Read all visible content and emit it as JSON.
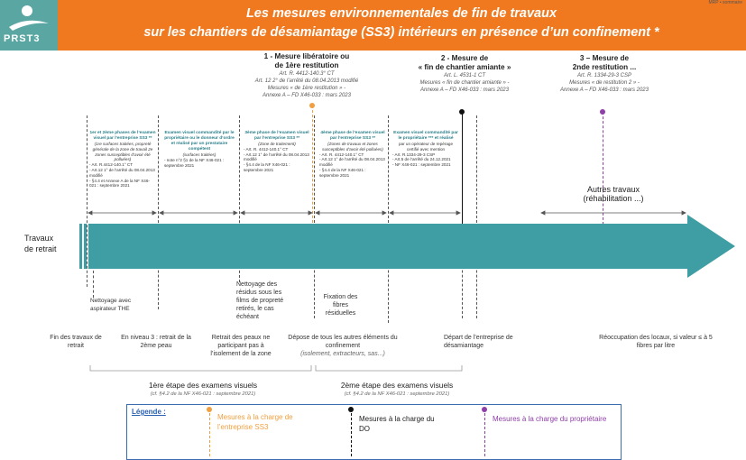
{
  "header": {
    "logo_text": "PRST3",
    "corner_tag": "MRP • sommaire",
    "title_line1": "Les mesures environnementales de fin de travaux",
    "title_line2": "sur les chantiers de désamiantage (SS3) intérieurs en présence d’un confinement *",
    "bg_color": "#f0791f"
  },
  "measures": {
    "m1": {
      "title_a": "1 - Mesure libératoire ou",
      "title_b": "de 1ère restitution",
      "ref1": "Art. R. 4412-140.3° CT",
      "ref2": "Art. 12 2° de l’arrêté du 08.04.2013 modifié",
      "ref3": "Mesures « de 1ère restitution » -",
      "ref4": "Annexe A – FD X46-033 : mars 2023"
    },
    "m2": {
      "title_a": "2 - Mesure de",
      "title_b": "« fin de chantier amiante »",
      "ref1": "Art. L. 4531-1 CT",
      "ref2": "Mesures « fin de chantier amiante » -",
      "ref3": "Annexe A – FD X46-033 : mars 2023"
    },
    "m3": {
      "title_a": "3 – Mesure de",
      "title_b": "2nde restitution ...",
      "ref1": "Art. R. 1334-29-3 CSP",
      "ref2": "Mesures « de restitution 2 » -",
      "ref3": "Annexe A – FD X46-033 : mars 2023"
    }
  },
  "boxes": {
    "b1": {
      "title": "1er et 2ème phases de l’examen visuel par l’entreprise SS3 **",
      "t1": "(1re surfaces traitées, propreté générale de la zone de travail 2e zones susceptibles d’avoir été polluées)",
      "t2": "- Art. R.4412-140.1° CT",
      "t3": "- Art.12 1° de l’arrêté du 08.04.2013 modifié",
      "t4": "- §4.4 et Annexe A de la NF X46-021 : septembre 2021"
    },
    "b2": {
      "title": "Examen visuel commandité par le propriétaire ou le donneur d’ordre et réalisé par un prestataire compétent",
      "t1": "(surfaces traitées)",
      "t2": "- note n°2 §1 de la NF X46-021 : septembre 2021"
    },
    "b3": {
      "title": "3ème phase de l’examen visuel par l’entreprise SS3 **",
      "t1": "(Zone de traitement)",
      "t2": "- Art. R. 4412-140.1° CT",
      "t3": "- Art.12 1° de l’arrêté du 08.04.2013 modifié",
      "t4": "- §4.4 de la NF X46-021 : septembre 2021"
    },
    "b4": {
      "title": "4ème phase de l’examen visuel par l’entreprise SS3 **",
      "t1": "(Zones de travaux et zones susceptibles d’avoir été polluées)",
      "t2": "- Art. R. 4412-140.1° CT",
      "t3": "- Art.12 1° de l’arrêté du 08.04.2013 modifié",
      "t4": "- §4.4 de la NF X46-021 : septembre 2021"
    },
    "b5": {
      "title": "Examen visuel commandité par le propriétaire *** et réalisé",
      "t1": "par un opérateur de repérage certifié avec mention",
      "t2": "- Art. R.1334-29-3 CSP",
      "t3": "- Art.5 de l’arrêté du 24.12.2021",
      "t4": "- NF X46-021 : septembre 2021"
    },
    "b6": {
      "title": "Autres travaux",
      "t1": "(réhabilitation ...)"
    }
  },
  "arrow": {
    "label_a": "Travaux",
    "label_b": "de retrait",
    "color": "#3f9ea4"
  },
  "above_labels": {
    "nettoyage": "Nettoyage avec aspirateur THE",
    "nettoyage_residus": "Nettoyage des résidus sous les films de propreté retirés, le cas échéant",
    "fixation": "Fixation des fibres résiduelles"
  },
  "below_labels": {
    "fin_travaux": "Fin des travaux de retrait",
    "niveau3": "En niveau 3 : retrait de la 2ème peau",
    "retrait_peaux": "Retrait des peaux ne participant pas à l’isolement de la zone",
    "depose": "Dépose de tous les autres éléments du confinement",
    "depose_sub": "(isolement, extracteurs, sas...)",
    "depart": "Départ de l’entreprise de désamiantage",
    "reoccupation": "Réoccupation des locaux, si valeur ≤ à 5 fibres par litre"
  },
  "phases": {
    "p1": "1ère étape des examens visuels",
    "p1_sub": "(cf. §4.2 de la NF X46-021 : septembre 2021)",
    "p2": "2ème étape des examens visuels",
    "p2_sub": "(cf. §4.2 de la NF X46-021 : septembre 2021)"
  },
  "legend": {
    "title": "Légende :",
    "item1": "Mesures à la charge de l’entreprise SS3",
    "item2": "Mesures à la charge du DO",
    "item3": "Mesures à la charge du propriétaire",
    "c1": "#f0a040",
    "c2": "#111111",
    "c3": "#8e3fa8"
  }
}
